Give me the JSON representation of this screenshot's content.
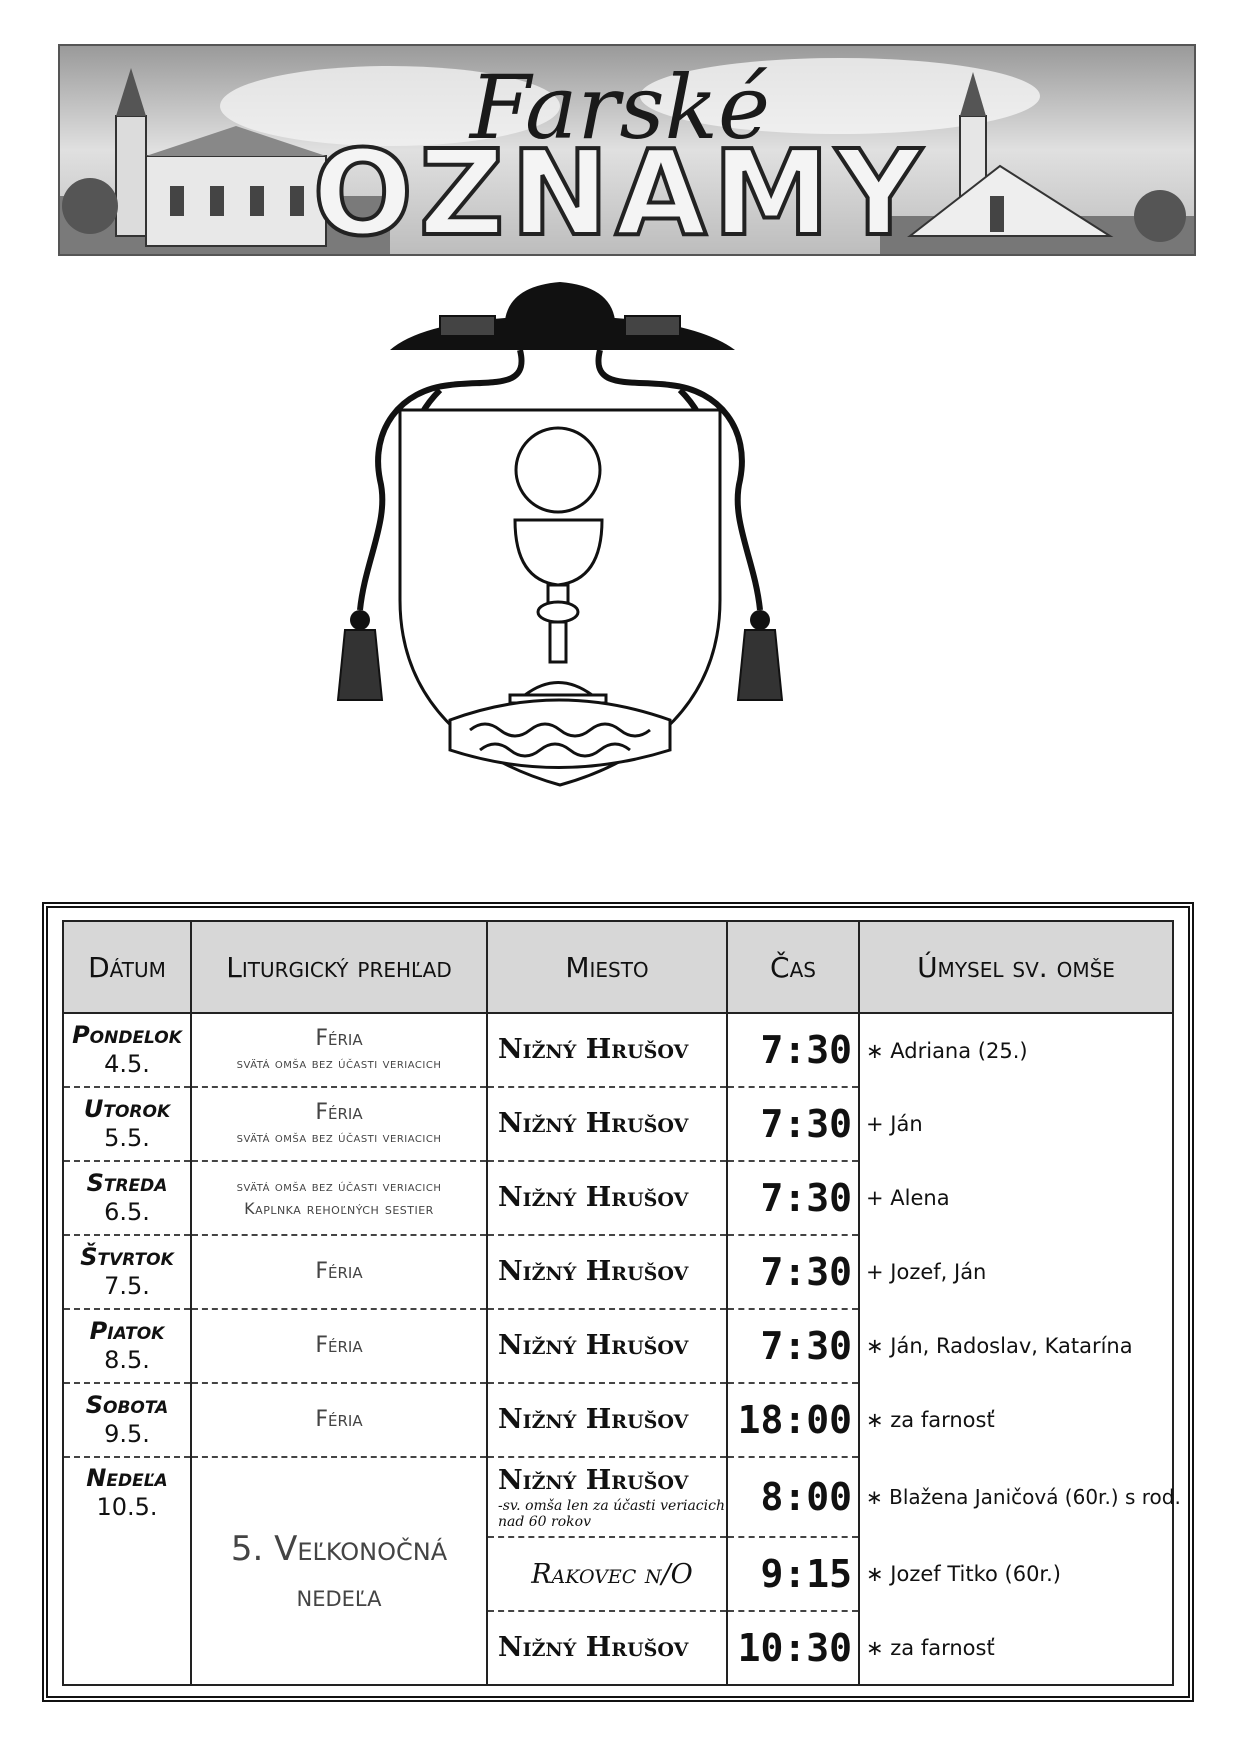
{
  "banner": {
    "title_script": "Farské",
    "title_main": "OZNAMY"
  },
  "schedule": {
    "headers": [
      "Dátum",
      "Liturgický prehľad",
      "Miesto",
      "Čas",
      "Úmysel sv. omše"
    ],
    "days": [
      {
        "name": "Pondelok",
        "date": "4.5.",
        "liturgy": "Féria",
        "liturgy_note": "svätá omša bez účasti veriacich",
        "masses": [
          {
            "place": "Nižný Hrušov",
            "time": "7:30",
            "intention": "∗ Adriana (25.)"
          }
        ]
      },
      {
        "name": "Utorok",
        "date": "5.5.",
        "liturgy": "Féria",
        "liturgy_note": "svätá omša bez účasti veriacich",
        "masses": [
          {
            "place": "Nižný Hrušov",
            "time": "7:30",
            "intention": "+ Ján"
          }
        ]
      },
      {
        "name": "Streda",
        "date": "6.5.",
        "liturgy_note": "svätá omša bez účasti veriacich",
        "liturgy_note2": "Kaplnka rehoľných sestier",
        "masses": [
          {
            "place": "Nižný Hrušov",
            "time": "7:30",
            "intention": "+ Alena"
          }
        ]
      },
      {
        "name": "Štvrtok",
        "date": "7.5.",
        "liturgy": "Féria",
        "masses": [
          {
            "place": "Nižný Hrušov",
            "time": "7:30",
            "intention": "+ Jozef, Ján"
          }
        ]
      },
      {
        "name": "Piatok",
        "date": "8.5.",
        "liturgy": "Féria",
        "masses": [
          {
            "place": "Nižný Hrušov",
            "time": "7:30",
            "intention": "∗ Ján, Radoslav, Katarína"
          }
        ]
      },
      {
        "name": "Sobota",
        "date": "9.5.",
        "liturgy": "Féria",
        "masses": [
          {
            "place": "Nižný Hrušov",
            "time": "18:00",
            "intention": "∗ za farnosť"
          }
        ]
      },
      {
        "name": "Nedeľa",
        "date": "10.5.",
        "liturgy": "5. Veľkonočná",
        "liturgy2": "nedeľa",
        "masses": [
          {
            "place": "Nižný Hrušov",
            "note": "-sv. omša len za účasti veriacich nad 60 rokov",
            "time": "8:00",
            "intention": "∗ Blažena Janičová (60r.) s rod."
          },
          {
            "place": "Rakovec n/O",
            "time": "9:15",
            "intention": "∗ Jozef Titko (60r.)"
          },
          {
            "place": "Nižný Hrušov",
            "time": "10:30",
            "intention": "∗ za farnosť"
          }
        ]
      }
    ]
  }
}
